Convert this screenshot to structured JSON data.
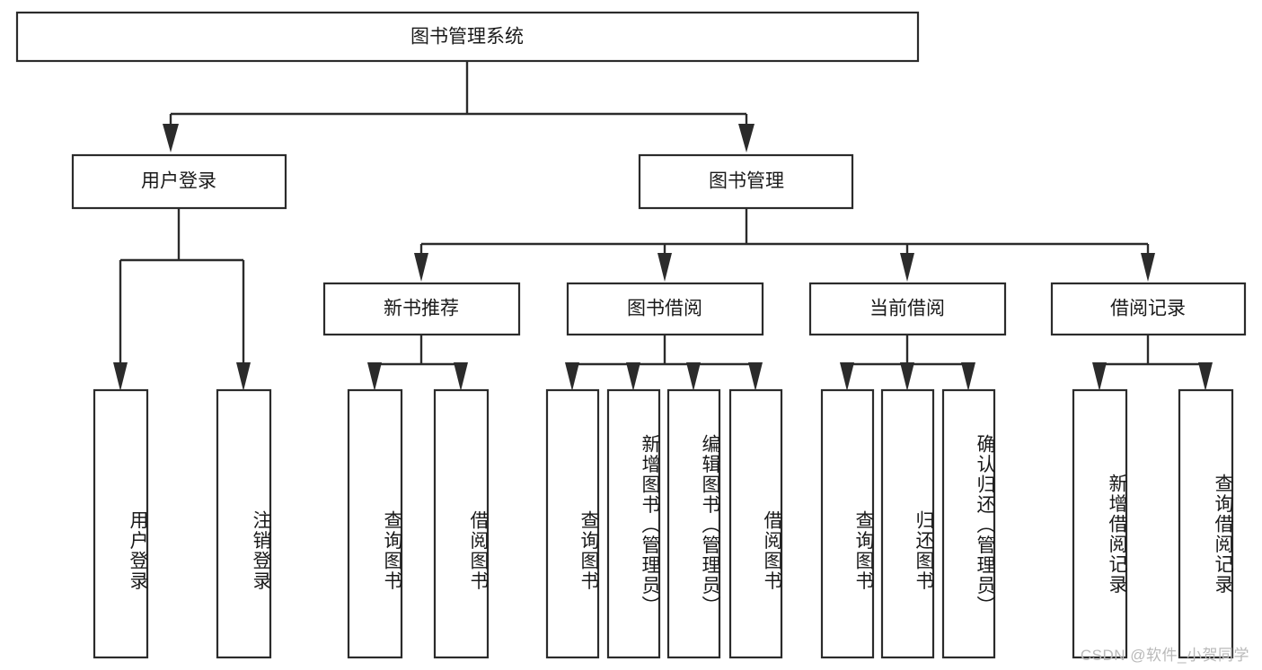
{
  "diagram": {
    "title": "图书管理系统",
    "type": "hierarchy-tree",
    "root": {
      "id": "root",
      "label": "图书管理系统",
      "orientation": "horizontal"
    },
    "level2": [
      {
        "id": "user-login",
        "label": "用户登录",
        "orientation": "horizontal"
      },
      {
        "id": "book-management",
        "label": "图书管理",
        "orientation": "horizontal"
      }
    ],
    "level3": [
      {
        "id": "new-book-recommend",
        "label": "新书推荐",
        "orientation": "horizontal",
        "parent": "book-management"
      },
      {
        "id": "book-borrow",
        "label": "图书借阅",
        "orientation": "horizontal",
        "parent": "book-management"
      },
      {
        "id": "current-borrow",
        "label": "当前借阅",
        "orientation": "horizontal",
        "parent": "book-management"
      },
      {
        "id": "borrow-record",
        "label": "借阅记录",
        "orientation": "horizontal",
        "parent": "book-management"
      }
    ],
    "leaves": [
      {
        "id": "leaf-user-login",
        "label": "用户登录",
        "orientation": "vertical",
        "parent": "user-login"
      },
      {
        "id": "leaf-logout-login",
        "label": "注销登录",
        "orientation": "vertical",
        "parent": "user-login"
      },
      {
        "id": "leaf-query-book-1",
        "label": "查询图书",
        "orientation": "vertical",
        "parent": "new-book-recommend"
      },
      {
        "id": "leaf-borrow-book-1",
        "label": "借阅图书",
        "orientation": "vertical",
        "parent": "new-book-recommend"
      },
      {
        "id": "leaf-query-book-2",
        "label": "查询图书",
        "orientation": "vertical",
        "parent": "book-borrow"
      },
      {
        "id": "leaf-add-book",
        "label": "新增图书（管理员）",
        "orientation": "vertical",
        "parent": "book-borrow"
      },
      {
        "id": "leaf-edit-book",
        "label": "编辑图书（管理员）",
        "orientation": "vertical",
        "parent": "book-borrow"
      },
      {
        "id": "leaf-borrow-book-2",
        "label": "借阅图书",
        "orientation": "vertical",
        "parent": "book-borrow"
      },
      {
        "id": "leaf-query-book-3",
        "label": "查询图书",
        "orientation": "vertical",
        "parent": "current-borrow"
      },
      {
        "id": "leaf-return-book",
        "label": "归还图书",
        "orientation": "vertical",
        "parent": "current-borrow"
      },
      {
        "id": "leaf-confirm-return",
        "label": "确认归还（管理员）",
        "orientation": "vertical",
        "parent": "current-borrow"
      },
      {
        "id": "leaf-add-record",
        "label": "新增借阅记录",
        "orientation": "vertical",
        "parent": "borrow-record"
      },
      {
        "id": "leaf-query-record",
        "label": "查询借阅记录",
        "orientation": "vertical",
        "parent": "borrow-record"
      }
    ],
    "colors": {
      "stroke": "#2b2b2b",
      "fill": "#ffffff",
      "text": "#1a1a1a",
      "watermark": "#b9b9b9",
      "background": "#ffffff"
    }
  },
  "watermark": {
    "text": "CSDN @软件_小贺同学"
  }
}
